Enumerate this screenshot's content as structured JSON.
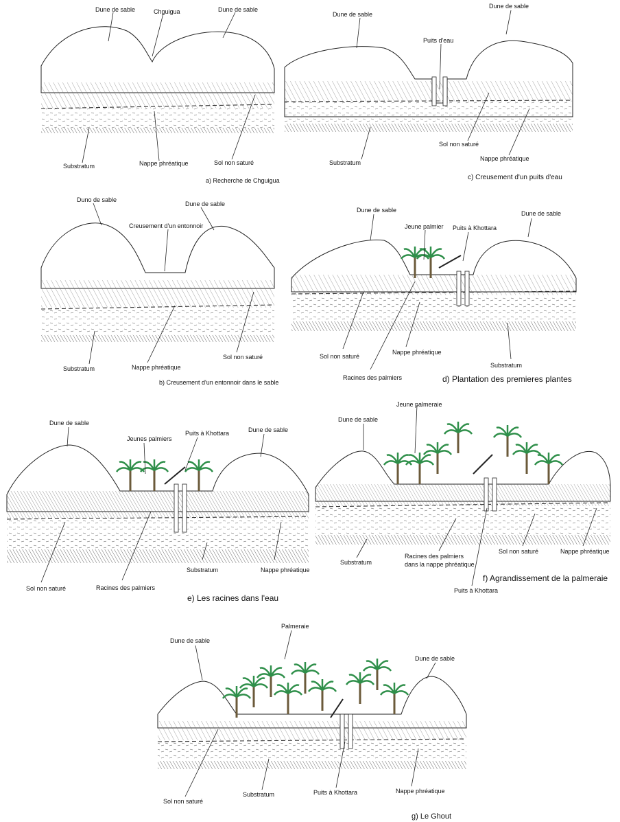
{
  "panels": [
    {
      "id": "a",
      "caption": "a) Recherche de Chguigua",
      "labels": [
        "Dune de sable",
        "Chguigua",
        "Dune de sable",
        "Substratum",
        "Nappe phréatique",
        "Sol non saturé"
      ]
    },
    {
      "id": "b",
      "caption": "b) Creusement d'un entonnoir dans le sable",
      "labels": [
        "Duno de sable",
        "Creusement  d'un entonnoir",
        "Dune de sable",
        "Substratum",
        "Nappe phréatique",
        "Sol non saturé"
      ]
    },
    {
      "id": "c",
      "caption": "c) Creusement d'un puits d'eau",
      "labels": [
        "Dune de sable",
        "Puits d'eau",
        "Dune de sable",
        "Substratum",
        "Sol non saturé",
        "Nappe phréatique"
      ]
    },
    {
      "id": "d",
      "caption": "d) Plantation des premieres plantes",
      "labels": [
        "Dune de sable",
        "Jeune palmier",
        "Puits à Khottara",
        "Dune de sable",
        "Sol non saturé",
        "Nappe phréatique",
        "Racines des palmiers",
        "Substratum"
      ]
    },
    {
      "id": "e",
      "caption": "e) Les racines dans l'eau",
      "labels": [
        "Dune de sable",
        "Jeunes palmiers",
        "Puits à Khottara",
        "Dune de sable",
        "Sol non saturé",
        "Racines des palmiers",
        "Substratum",
        "Nappe phréatique"
      ]
    },
    {
      "id": "f",
      "caption": "f) Agrandissement de la palmeraie",
      "labels": [
        "Dune de sable",
        "Jeune palmeraie",
        "Substratum",
        "Racines des palmiers",
        "dans la nappe phréatique",
        "Sol non saturé",
        "Nappe phréatique",
        "Puits à Khottara"
      ]
    },
    {
      "id": "g",
      "caption": "g) Le Ghout",
      "labels": [
        "Dune de sable",
        "Palmeraie",
        "Dune de sable",
        "Sol non saturé",
        "Substratum",
        "Puits à Khottara",
        "Nappe phréatique"
      ]
    }
  ]
}
